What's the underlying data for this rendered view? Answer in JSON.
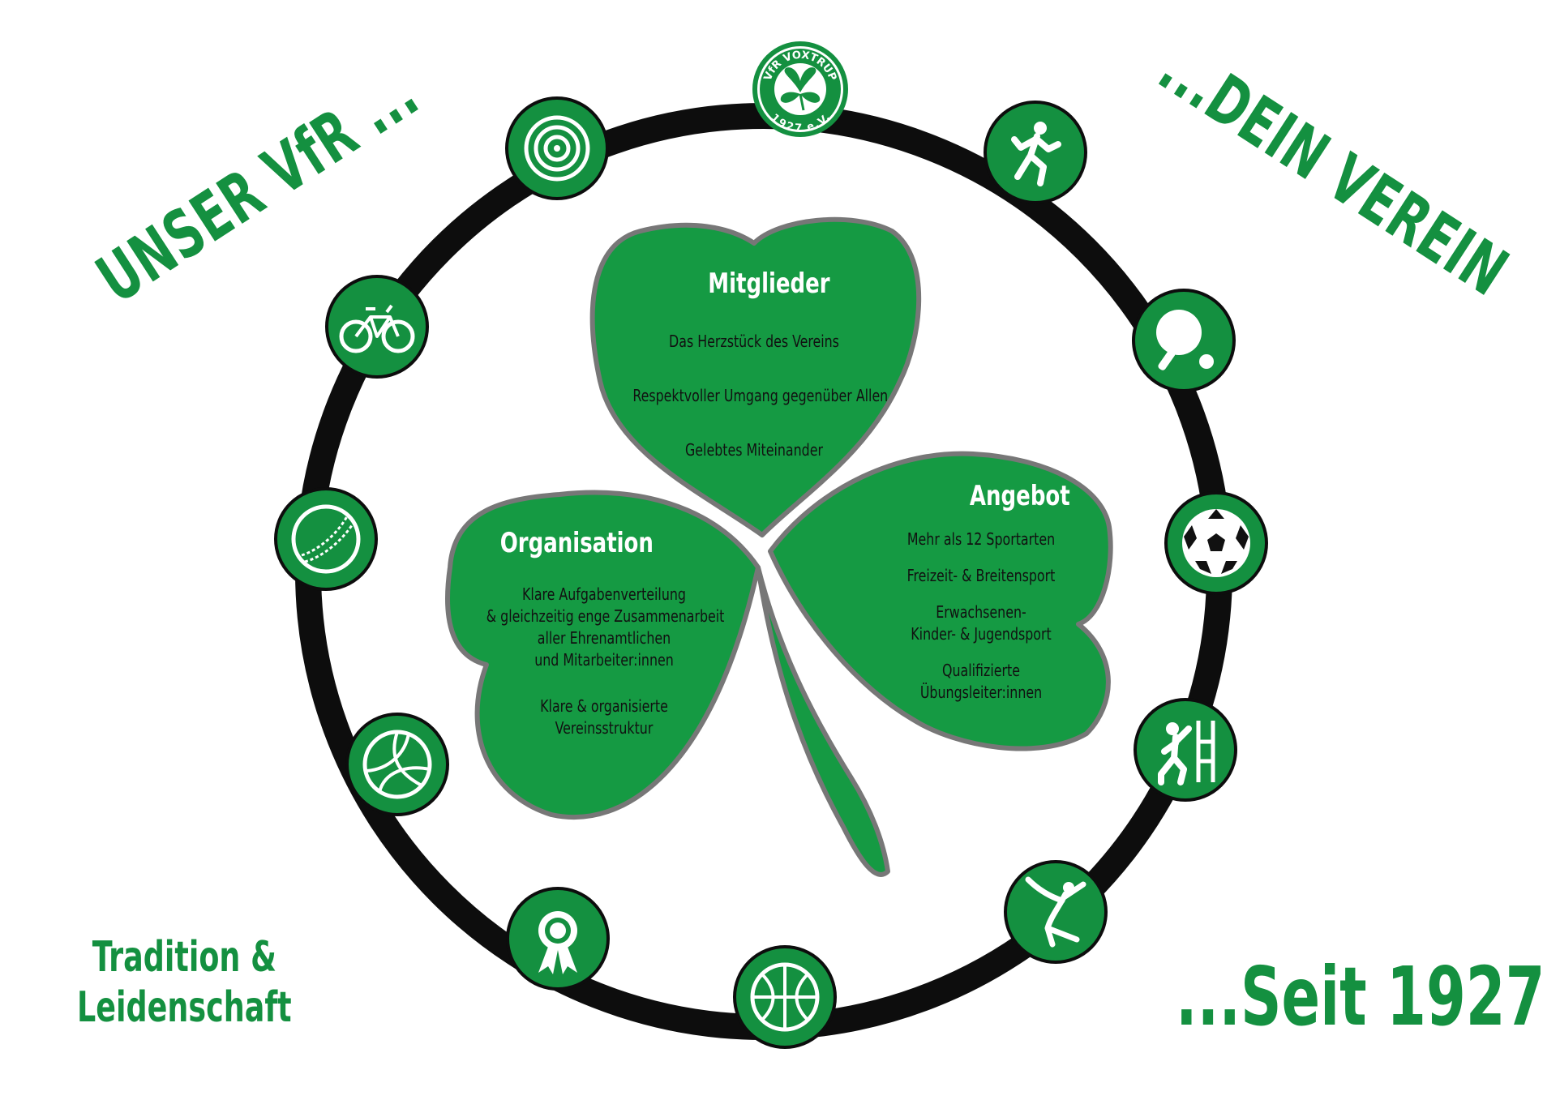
{
  "headings": {
    "left": "UNSER VfR ...",
    "right": "...DEIN VEREIN",
    "bottom_left": [
      "Tradition &",
      "Leidenschaft"
    ],
    "bottom_right": "...Seit 1927"
  },
  "logo": {
    "top_text": "VfR VOXTRUP",
    "bottom_text": "1927 e.V."
  },
  "leaves": {
    "top": {
      "title": "Mitglieder",
      "items": [
        "Das Herzstück des Vereins",
        "Respektvoller Umgang gegenüber Allen",
        "Gelebtes Miteinander"
      ]
    },
    "left": {
      "title": "Organisation",
      "items": [
        "Klare Aufgabenverteilung",
        "& gleichzeitig enge Zusammenarbeit",
        "aller Ehrenamtlichen",
        "und Mitarbeiter:innen",
        "Klare & organisierte",
        "Vereinsstruktur"
      ]
    },
    "right": {
      "title": "Angebot",
      "items": [
        "Mehr als 12 Sportarten",
        "Freizeit- & Breitensport",
        "Erwachsenen-",
        "Kinder- & Jugendsport",
        "Qualifizierte",
        "Übungsleiter:innen"
      ]
    }
  },
  "icons": [
    "target-icon",
    "running-icon",
    "table-tennis-icon",
    "soccer-ball-icon",
    "climbing-icon",
    "dance-icon",
    "basketball-icon",
    "award-rosette-icon",
    "volleyball-icon",
    "baseball-icon",
    "bicycle-icon"
  ],
  "colors": {
    "green": "#149040",
    "ring": "#0d0d0d",
    "outline": "#7a7a7a"
  }
}
